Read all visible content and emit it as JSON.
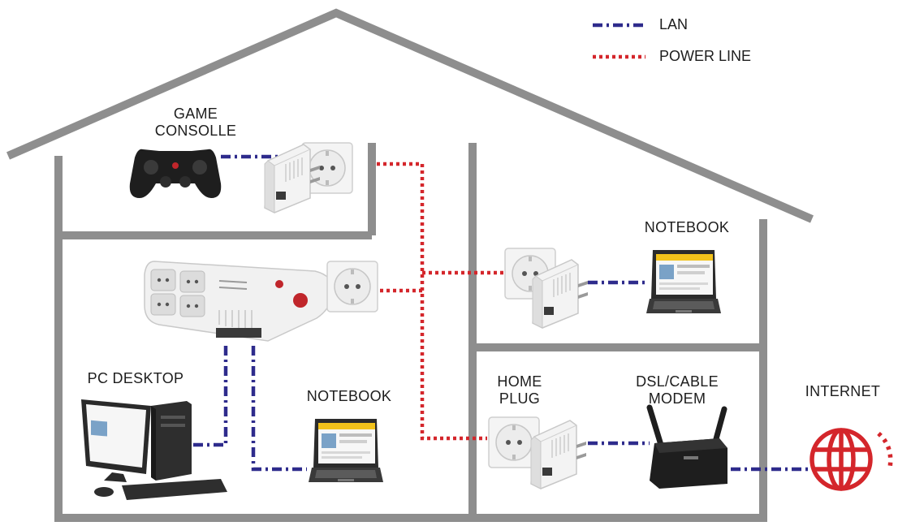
{
  "legend": [
    {
      "label": "LAN",
      "color": "#2e2b8c",
      "style": "dash-dot"
    },
    {
      "label": "POWER LINE",
      "color": "#d4262b",
      "style": "dotted"
    }
  ],
  "labels": {
    "game_console": [
      "GAME",
      "CONSOLLE"
    ],
    "notebook_top": "NOTEBOOK",
    "pc_desktop": "PC DESKTOP",
    "notebook_bottom": "NOTEBOOK",
    "home_plug": [
      "HOME",
      "PLUG"
    ],
    "modem": [
      "DSL/CABLE",
      "MODEM"
    ],
    "internet": "INTERNET"
  },
  "colors": {
    "house_outline": "#8e8e8e",
    "lan": "#2e2b8c",
    "power_line": "#d4262b",
    "internet_icon": "#d4262b",
    "device_white": "#f2f2f2",
    "device_dark": "#1e1e1e"
  },
  "icons": [
    "game-controller-icon",
    "powerline-adapter-icon",
    "wall-socket-icon",
    "power-strip-icon",
    "notebook-icon",
    "desktop-pc-icon",
    "router-icon",
    "globe-icon"
  ]
}
